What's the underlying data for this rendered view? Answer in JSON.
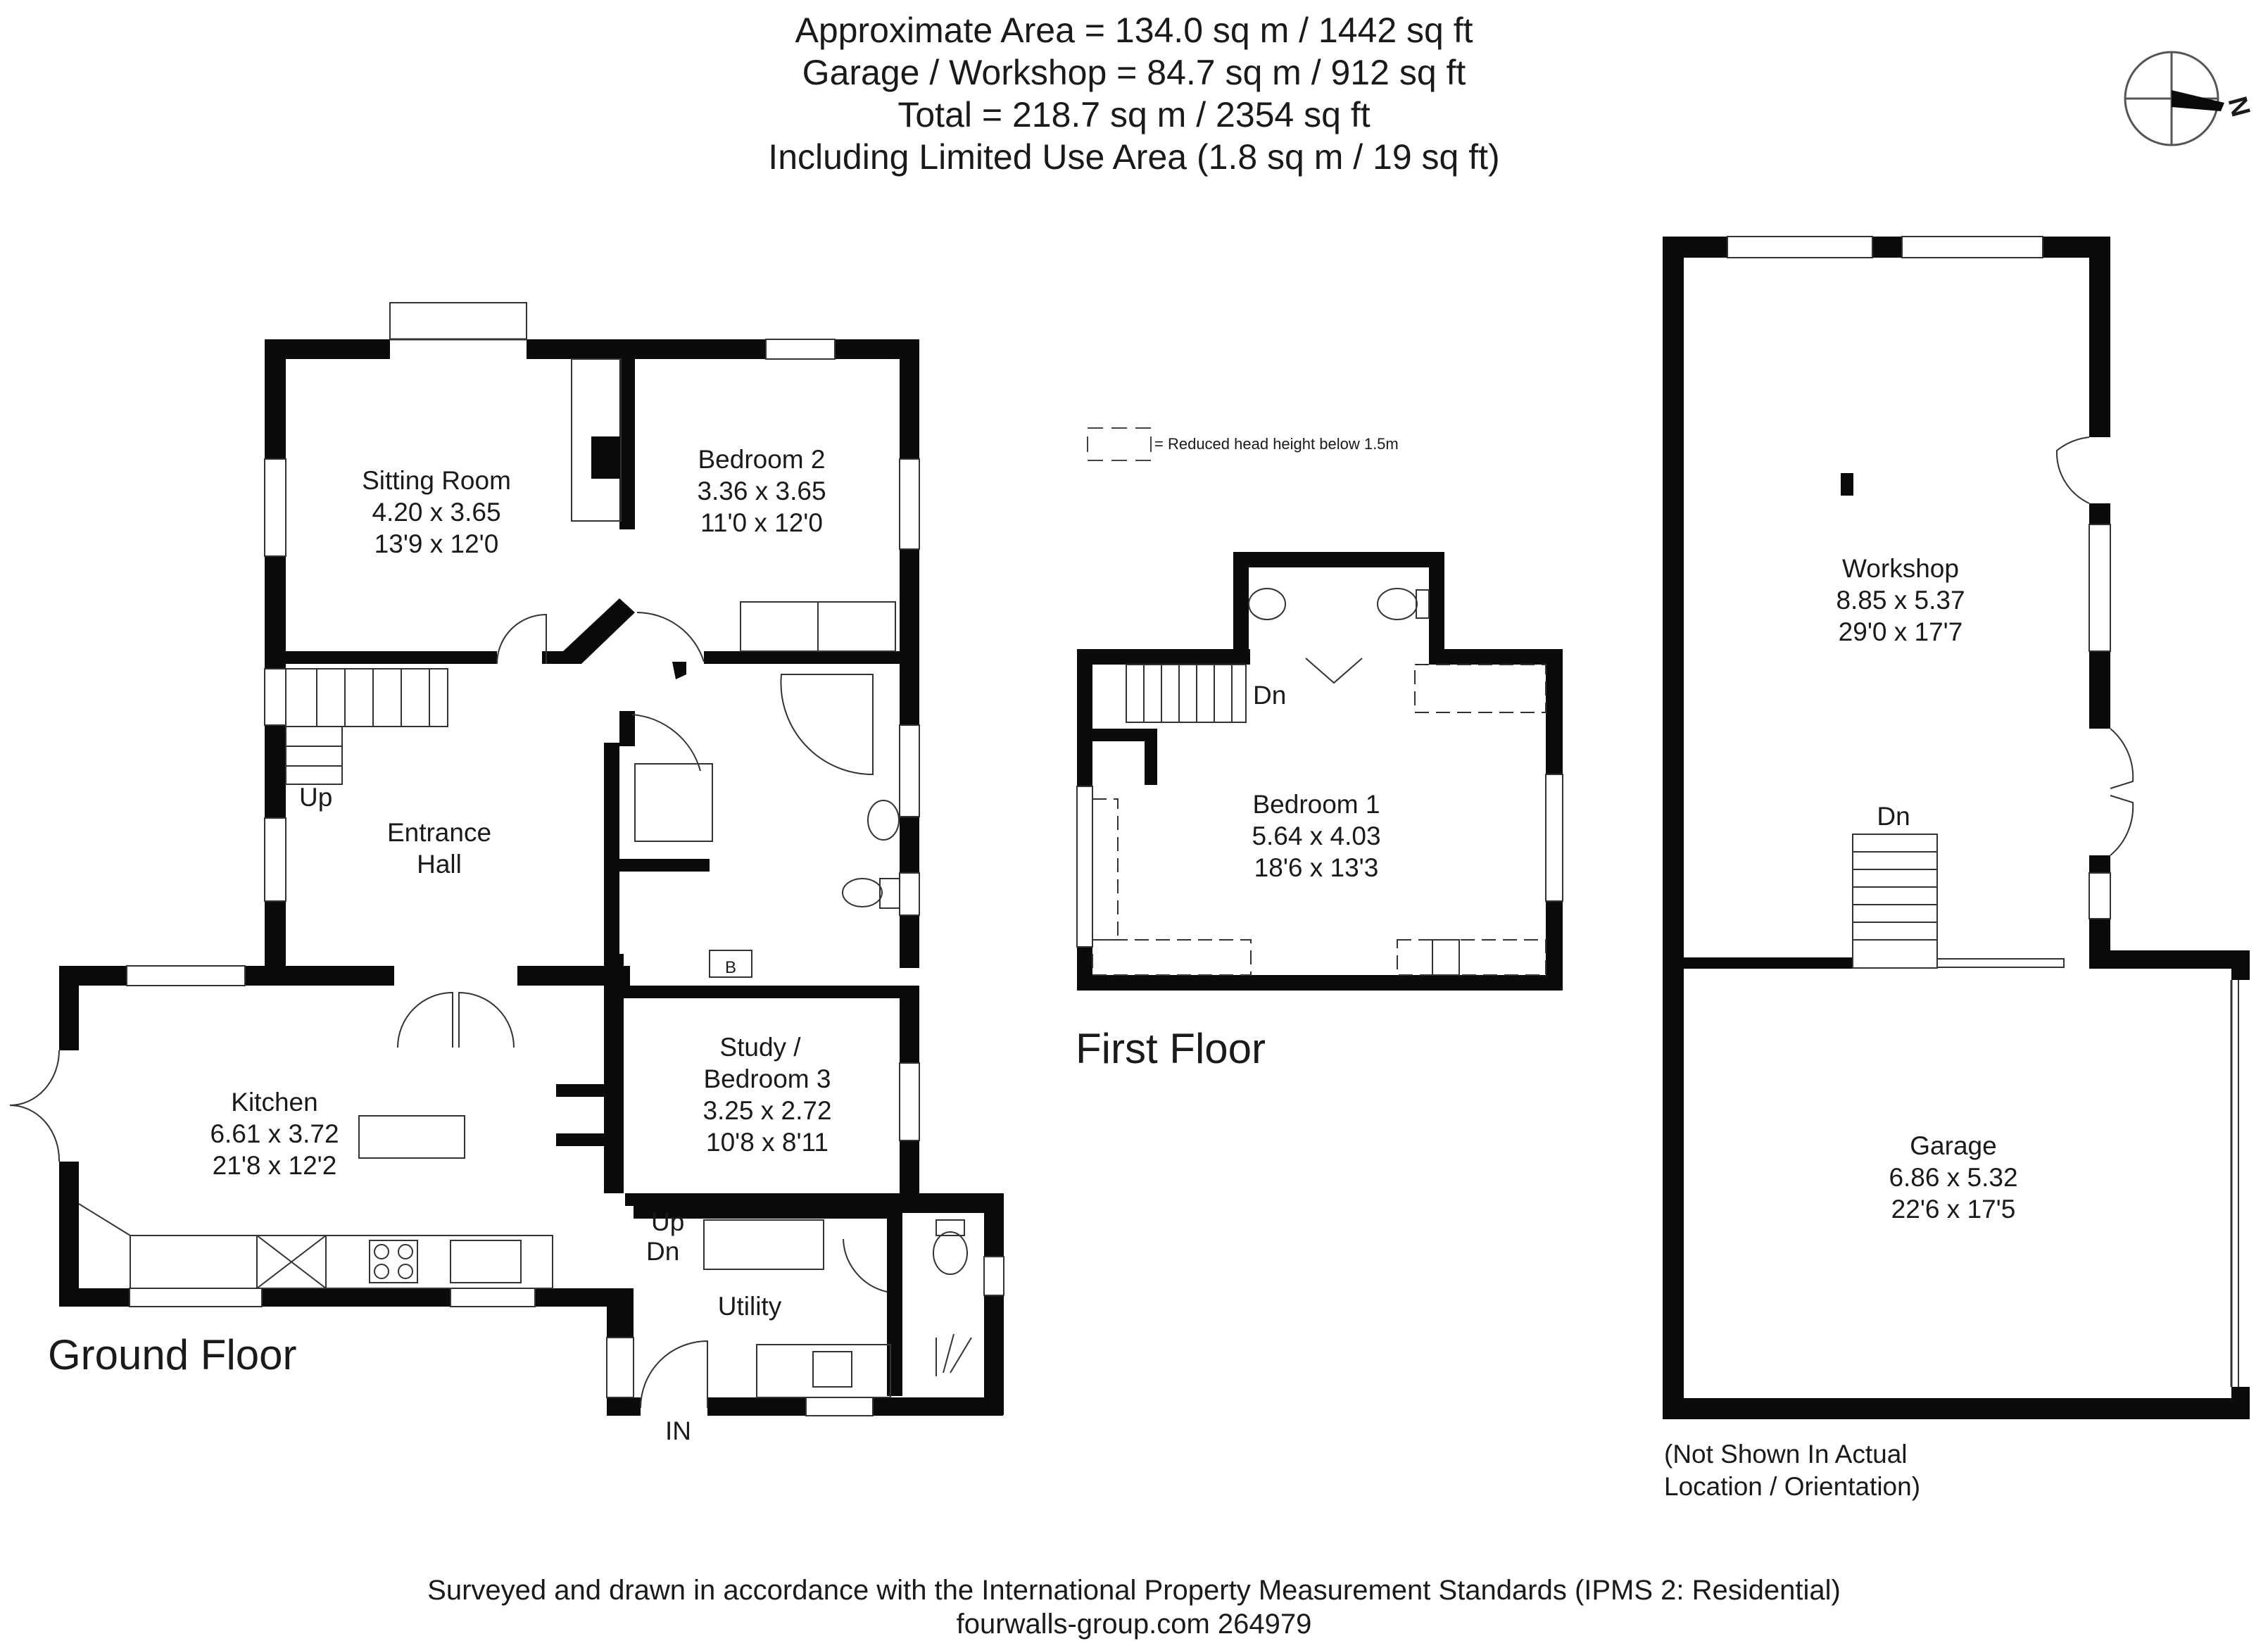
{
  "header": {
    "line1": "Approximate  Area = 134.0 sq m / 1442 sq ft",
    "line2": "Garage / Workshop = 84.7 sq m / 912 sq ft",
    "line3": "Total = 218.7 sq m / 2354 sq ft",
    "line4": "Including Limited Use Area (1.8 sq m / 19 sq ft)"
  },
  "compass": {
    "label": "N",
    "icon": "compass-icon"
  },
  "legend": {
    "text": "= Reduced head height below 1.5m"
  },
  "ground_floor": {
    "title": "Ground Floor",
    "rooms": {
      "sitting": {
        "name": "Sitting Room",
        "metric": "4.20 x 3.65",
        "imperial": "13'9 x 12'0"
      },
      "bed2": {
        "name": "Bedroom 2",
        "metric": "3.36 x 3.65",
        "imperial": "11'0 x 12'0"
      },
      "hall1": "Entrance",
      "hall2": "Hall",
      "kitchen": {
        "name": "Kitchen",
        "metric": "6.61 x 3.72",
        "imperial": "21'8 x 12'2"
      },
      "study1": "Study /",
      "study2": "Bedroom 3",
      "study_metric": "3.25 x 2.72",
      "study_imperial": "10'8 x 8'11",
      "utility": "Utility"
    },
    "labels": {
      "up": "Up",
      "up2": "Up",
      "dn": "Dn",
      "in": "IN",
      "boiler": "B"
    }
  },
  "first_floor": {
    "title": "First Floor",
    "bed1": {
      "name": "Bedroom 1",
      "metric": "5.64 x 4.03",
      "imperial": "18'6 x 13'3"
    },
    "dn": "Dn"
  },
  "outbuilding": {
    "workshop": {
      "name": "Workshop",
      "metric": "8.85 x 5.37",
      "imperial": "29'0 x 17'7"
    },
    "garage": {
      "name": "Garage",
      "metric": "6.86 x 5.32",
      "imperial": "22'6 x 17'5"
    },
    "dn": "Dn",
    "note1": "(Not Shown In Actual",
    "note2": "Location / Orientation)"
  },
  "footer": {
    "line1": "Surveyed and drawn in accordance with the International Property Measurement Standards (IPMS 2: Residential)",
    "line2": "fourwalls-group.com 264979"
  }
}
